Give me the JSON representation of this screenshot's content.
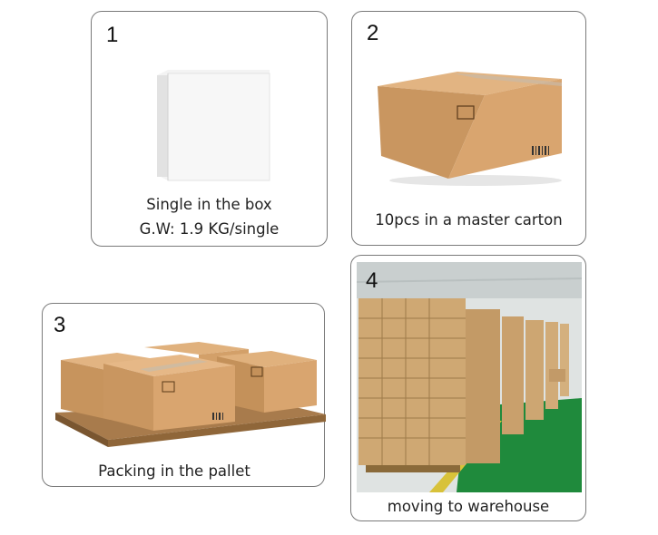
{
  "steps": [
    {
      "number": "1",
      "caption_line1": "Single in the box",
      "caption_line2": "G.W: 1.9 KG/single"
    },
    {
      "number": "2",
      "caption_line1": "10pcs in a master carton"
    },
    {
      "number": "3",
      "caption_line1": "Packing in the pallet"
    },
    {
      "number": "4",
      "caption_line1": "moving to warehouse"
    }
  ],
  "colors": {
    "border": "#7a7a7a",
    "cardboard": "#d9a56f",
    "cardboard_dark": "#b98550",
    "warehouse_floor": "#1f8a3c"
  },
  "icons": {
    "box": "white-box-icon",
    "carton": "cardboard-carton-icon",
    "pallet": "pallet-icon",
    "warehouse": "warehouse-photo"
  }
}
